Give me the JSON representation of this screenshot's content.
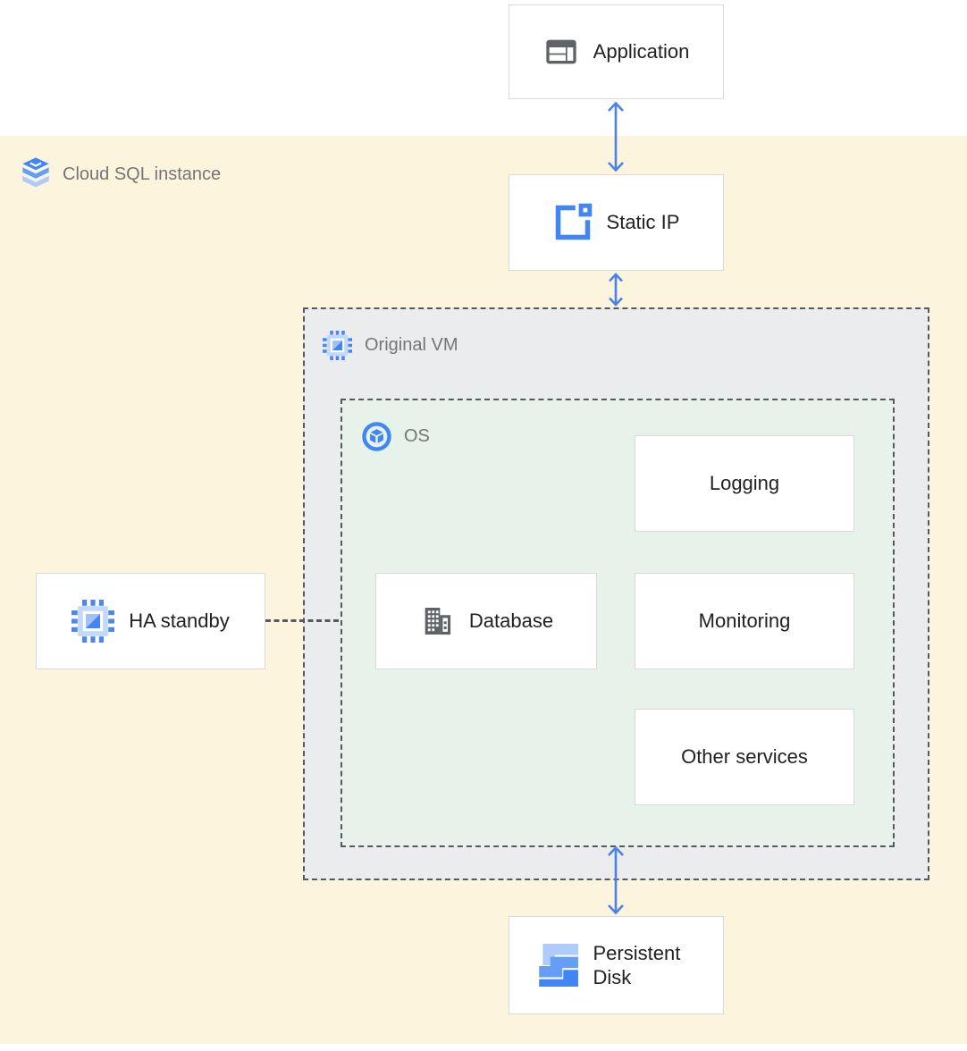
{
  "regions": {
    "cloud_sql": {
      "label": "Cloud SQL instance"
    },
    "original_vm": {
      "label": "Original VM"
    },
    "os": {
      "label": "OS"
    }
  },
  "nodes": {
    "application": {
      "label": "Application"
    },
    "static_ip": {
      "label": "Static IP"
    },
    "ha_standby": {
      "label": "HA standby"
    },
    "database": {
      "label": "Database"
    },
    "logging": {
      "label": "Logging"
    },
    "monitoring": {
      "label": "Monitoring"
    },
    "other_services": {
      "label": "Other services"
    },
    "persistent_disk": {
      "label": "Persistent Disk"
    }
  },
  "icons": {
    "application": "web-app-icon",
    "cloud_sql": "cloud-sql-stack-icon",
    "static_ip": "static-ip-icon",
    "original_vm": "compute-engine-chip-icon",
    "os": "os-cube-icon",
    "ha_standby": "compute-engine-chip-icon",
    "database": "database-building-icon",
    "persistent_disk": "persistent-disk-icon"
  },
  "connectors": {
    "app_to_staticip": "bidirectional-arrow",
    "staticip_to_vm": "bidirectional-arrow",
    "os_to_disk": "bidirectional-arrow",
    "hastandby_to_vm": "dashed-line"
  },
  "colors": {
    "zone_background": "#FCF4DC",
    "vm_background": "#EBECEE",
    "os_background": "#E6F2EA",
    "arrow_blue": "#4A82E9",
    "icon_blue": "#4285F4",
    "icon_blue_light": "#AECBFA",
    "icon_blue_mid": "#669DF6",
    "icon_gray": "#5F6368",
    "label_gray": "#757575",
    "text_dark": "#202124",
    "dashed_border": "#55585E"
  }
}
